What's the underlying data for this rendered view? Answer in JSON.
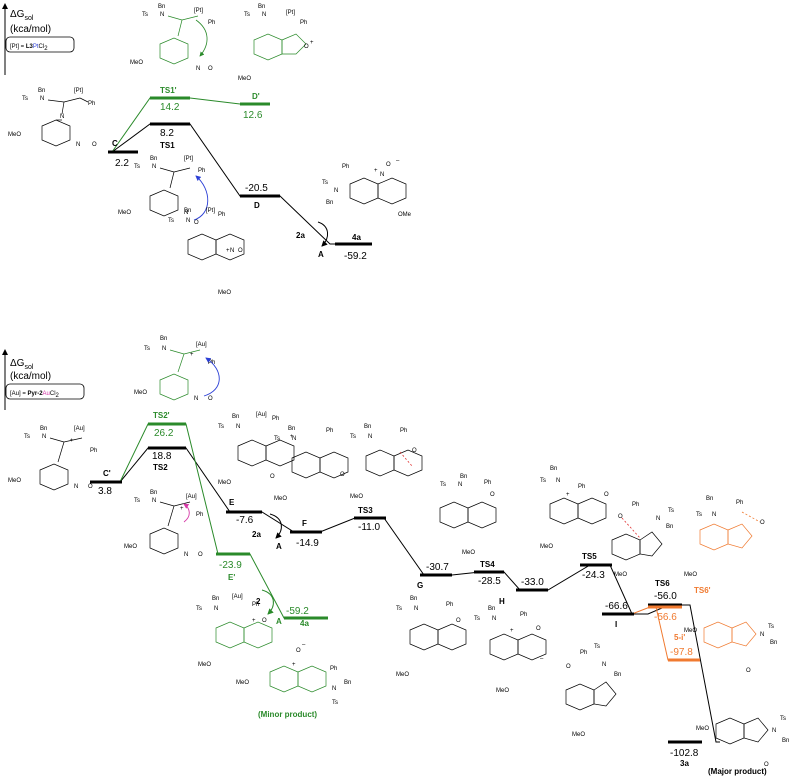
{
  "colors": {
    "black": "#000000",
    "green": "#2a8a2a",
    "orange": "#f07a30",
    "blue": "#2b3fd6",
    "magenta": "#d63aa8",
    "red": "#e03030"
  },
  "top": {
    "axis_label": "ΔG",
    "axis_sub": "sol",
    "unit": "(kca/mol)",
    "catalyst_prefix": "[Pt] = ",
    "catalyst_bold": "L3",
    "catalyst_metal": "Pt",
    "catalyst_suffix": "Cl",
    "catalyst_sub": "2",
    "levels": [
      {
        "id": "C",
        "label": "C",
        "value": "2.2"
      },
      {
        "id": "TS1",
        "label": "TS1",
        "value": "8.2"
      },
      {
        "id": "TS1p",
        "label": "TS1'",
        "value": "14.2"
      },
      {
        "id": "Dp",
        "label": "D'",
        "value": "12.6"
      },
      {
        "id": "D",
        "label": "D",
        "value": "-20.5"
      },
      {
        "id": "4a",
        "label": "4a",
        "value": "-59.2"
      }
    ],
    "arrow_reagent": "2a",
    "arrow_label": "A"
  },
  "bottom": {
    "axis_label": "ΔG",
    "axis_sub": "sol",
    "unit": "(kca/mol)",
    "catalyst_prefix": "[Au] = ",
    "catalyst_bold": "Pyr-2",
    "catalyst_metal": "Au",
    "catalyst_suffix": "Cl",
    "catalyst_sub": "2",
    "levels": [
      {
        "id": "Cp",
        "label": "C'",
        "value": "3.8"
      },
      {
        "id": "TS2",
        "label": "TS2",
        "value": "18.8"
      },
      {
        "id": "TS2p",
        "label": "TS2'",
        "value": "26.2"
      },
      {
        "id": "E",
        "label": "E",
        "value": "-7.6"
      },
      {
        "id": "Ep",
        "label": "E'",
        "value": "-23.9"
      },
      {
        "id": "F",
        "label": "F",
        "value": "-14.9"
      },
      {
        "id": "TS3",
        "label": "TS3",
        "value": "-11.0"
      },
      {
        "id": "G",
        "label": "G",
        "value": "-30.7"
      },
      {
        "id": "TS4",
        "label": "TS4",
        "value": "-28.5"
      },
      {
        "id": "H",
        "label": "H",
        "value": "-33.0"
      },
      {
        "id": "TS5",
        "label": "TS5",
        "value": "-24.3"
      },
      {
        "id": "I",
        "label": "I",
        "value": "-66.6"
      },
      {
        "id": "TS6",
        "label": "TS6",
        "value": "-56.0"
      },
      {
        "id": "TS6p",
        "label": "TS6'",
        "value": "-56.6"
      },
      {
        "id": "5i",
        "label": "5-i'",
        "value": "-97.8"
      },
      {
        "id": "3a",
        "label": "3a",
        "value": "-102.8"
      },
      {
        "id": "4a2",
        "label": "4a",
        "value": "-59.2"
      }
    ],
    "arrow_reagent_1": "2a",
    "arrow_label_1": "A",
    "arrow_reagent_2": "2",
    "arrow_label_2": "A",
    "minor": "(Minor product)",
    "major": "(Major product)"
  },
  "struct_text": {
    "bn": "Bn",
    "ts": "Ts",
    "n": "N",
    "o": "O",
    "ph": "Ph",
    "ome": "OMe",
    "meo": "MeO",
    "pt": "[Pt]",
    "au": "[Au]",
    "plus": "+",
    "minus": "–"
  }
}
